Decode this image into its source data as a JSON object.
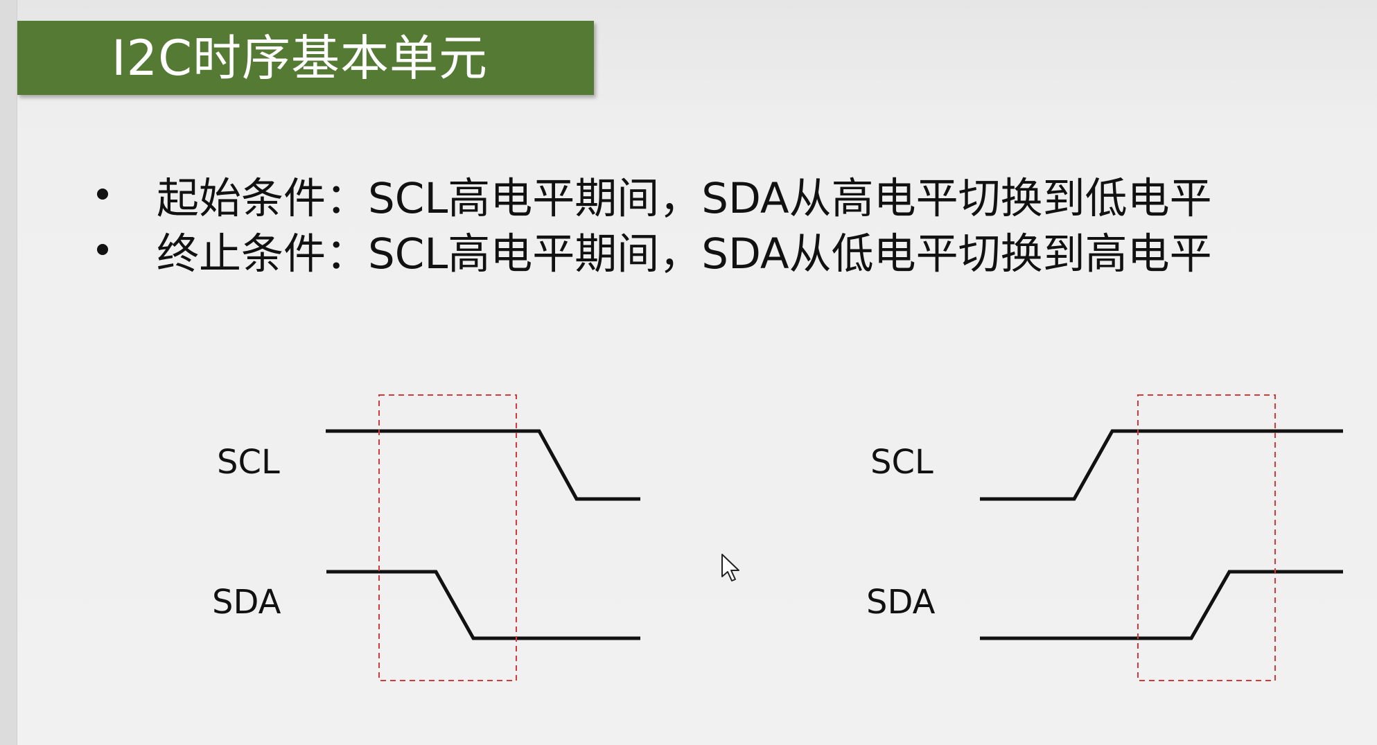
{
  "title": "I2C时序基本单元",
  "bullets": [
    "起始条件：SCL高电平期间，SDA从高电平切换到低电平",
    "终止条件：SCL高电平期间，SDA从低电平切换到高电平"
  ],
  "diagram": {
    "start_panel": {
      "scl_label": "SCL",
      "sda_label": "SDA"
    },
    "stop_panel": {
      "scl_label": "SCL",
      "sda_label": "SDA"
    }
  },
  "colors": {
    "title_background": "#547a34",
    "highlight_box": "#d23a3a",
    "signal_line": "#111111"
  }
}
